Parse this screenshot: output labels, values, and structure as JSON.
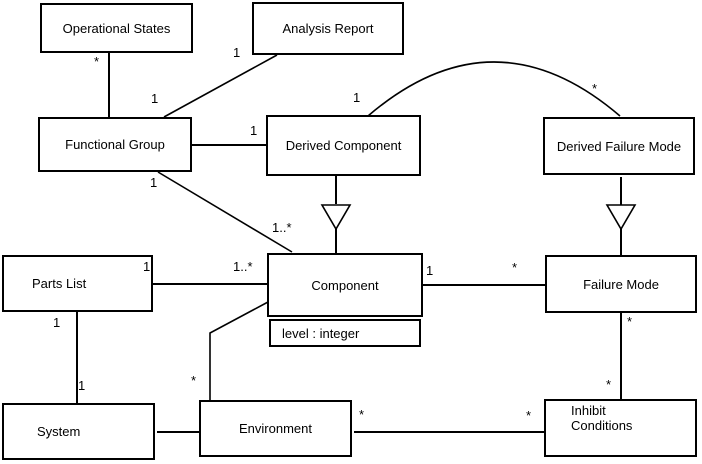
{
  "diagram": {
    "type": "uml-class-diagram",
    "classes": {
      "operational_states": {
        "name": "Operational States"
      },
      "analysis_report": {
        "name": "Analysis Report"
      },
      "functional_group": {
        "name": "Functional Group"
      },
      "derived_component": {
        "name": "Derived Component"
      },
      "derived_failure_mode": {
        "name": "Derived Failure Mode"
      },
      "parts_list": {
        "name": "Parts List"
      },
      "component": {
        "name": "Component",
        "attribute": "level : integer"
      },
      "failure_mode": {
        "name": "Failure Mode"
      },
      "system": {
        "name": "System"
      },
      "environment": {
        "name": "Environment"
      },
      "inhibit_conditions": {
        "name": "Inhibit Conditions",
        "lines": [
          "Inhibit",
          "Conditions"
        ]
      }
    },
    "relationships": [
      {
        "from": "Operational States",
        "to": "Functional Group",
        "type": "association",
        "from_mult": "*",
        "to_mult": ""
      },
      {
        "from": "Functional Group",
        "to": "Analysis Report",
        "type": "association",
        "from_mult": "1",
        "to_mult": "1"
      },
      {
        "from": "Functional Group",
        "to": "Derived Component",
        "type": "association",
        "from_mult": "",
        "to_mult": "1"
      },
      {
        "from": "Derived Component",
        "to": "Derived Failure Mode",
        "type": "association",
        "from_mult": "1",
        "to_mult": "*"
      },
      {
        "from": "Functional Group",
        "to": "Component",
        "type": "association",
        "from_mult": "1",
        "to_mult": "1..*"
      },
      {
        "from": "Parts List",
        "to": "Component",
        "type": "association",
        "from_mult": "1",
        "to_mult": "1..*"
      },
      {
        "from": "Component",
        "to": "Failure Mode",
        "type": "association",
        "from_mult": "1",
        "to_mult": "*"
      },
      {
        "from": "Parts List",
        "to": "System",
        "type": "association",
        "from_mult": "1",
        "to_mult": "1"
      },
      {
        "from": "Component",
        "to": "Environment",
        "type": "association",
        "from_mult": "",
        "to_mult": "*"
      },
      {
        "from": "System",
        "to": "Environment",
        "type": "association",
        "from_mult": "",
        "to_mult": ""
      },
      {
        "from": "Environment",
        "to": "Inhibit Conditions",
        "type": "association",
        "from_mult": "*",
        "to_mult": "*"
      },
      {
        "from": "Failure Mode",
        "to": "Inhibit Conditions",
        "type": "association",
        "from_mult": "*",
        "to_mult": "*"
      },
      {
        "from": "Derived Component",
        "to": "Component",
        "type": "generalization"
      },
      {
        "from": "Derived Failure Mode",
        "to": "Failure Mode",
        "type": "generalization"
      }
    ],
    "multiplicities": {
      "os_fg_at_os": "*",
      "fg_ar_at_fg": "1",
      "fg_ar_at_ar": "1",
      "fg_dc_at_dc": "1",
      "dc_dfm_at_dc": "1",
      "dc_dfm_at_dfm": "*",
      "fg_comp_at_fg": "1",
      "fg_comp_at_comp": "1..*",
      "pl_comp_at_pl": "1",
      "pl_comp_at_comp": "1..*",
      "comp_fm_at_comp": "1",
      "comp_fm_at_fm": "*",
      "pl_sys_at_pl": "1",
      "pl_sys_at_sys": "1",
      "comp_env_at_env": "*",
      "env_ic_at_env": "*",
      "env_ic_at_ic": "*",
      "fm_ic_at_fm": "*",
      "fm_ic_at_ic": "*"
    },
    "colors": {
      "line": "#000000",
      "box_fill": "#ffffff",
      "background": "#ffffff"
    }
  }
}
